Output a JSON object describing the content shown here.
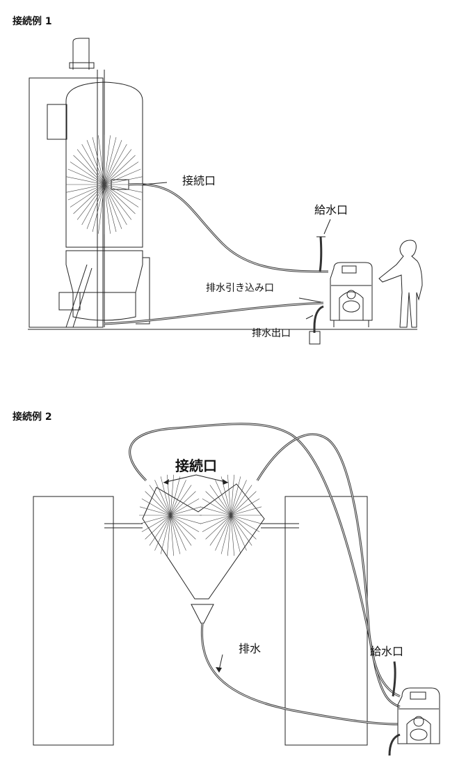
{
  "example1": {
    "title": "接続例 1",
    "labels": {
      "connection_port": "接続口",
      "water_inlet": "給水口",
      "drain_intake": "排水引き込み口",
      "drain_outlet": "排水出口"
    }
  },
  "example2": {
    "title": "接続例 2",
    "labels": {
      "connection_port": "接続口",
      "drain": "排水",
      "water_inlet": "給水口"
    }
  }
}
